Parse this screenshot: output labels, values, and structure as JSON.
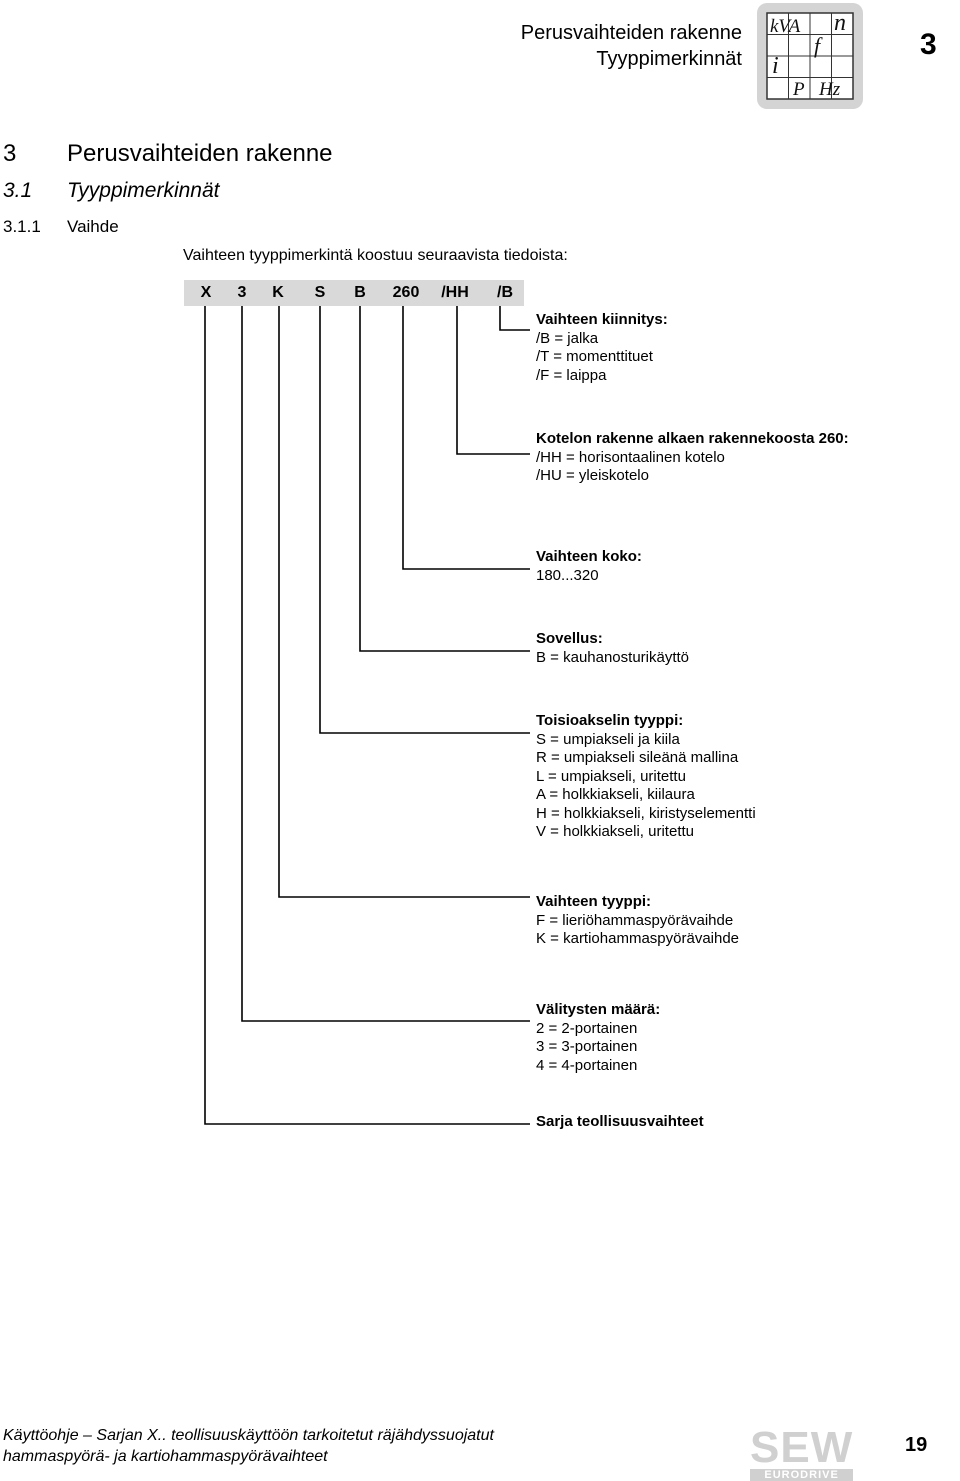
{
  "header": {
    "title": "Perusvaihteiden rakenne",
    "subtitle": "Tyyppimerkinnät",
    "chapter": "3",
    "logo": {
      "cells": [
        "kVA",
        "n",
        "f",
        "i",
        "P",
        "Hz"
      ]
    }
  },
  "heading1": {
    "num": "3",
    "text": "Perusvaihteiden rakenne"
  },
  "heading2": {
    "num": "3.1",
    "text": "Tyyppimerkinnät"
  },
  "heading3": {
    "num": "3.1.1",
    "text": "Vaihde"
  },
  "intro": "Vaihteen tyyppimerkintä koostuu seuraavista tiedoista:",
  "code": [
    "X",
    "3",
    "K",
    "S",
    "B",
    "260",
    "/HH",
    "/B"
  ],
  "blocks": [
    {
      "title": "Vaihteen kiinnitys:",
      "lines": [
        "/B = jalka",
        "/T = momenttituet",
        "/F = laippa"
      ]
    },
    {
      "title": "Kotelon rakenne alkaen rakennekoosta 260:",
      "lines": [
        "/HH = horisontaalinen kotelo",
        "/HU = yleiskotelo"
      ]
    },
    {
      "title": "Vaihteen koko:",
      "lines": [
        "180...320"
      ]
    },
    {
      "title": "Sovellus:",
      "lines": [
        "B = kauhanosturikäyttö"
      ]
    },
    {
      "title": "Toisioakselin tyyppi:",
      "lines": [
        "S = umpiakseli ja kiila",
        "R = umpiakseli sileänä mallina",
        "L = umpiakseli, uritettu",
        "A = holkkiakseli, kiilaura",
        "H = holkkiakseli, kiristyselementti",
        "V = holkkiakseli, uritettu"
      ]
    },
    {
      "title": "Vaihteen tyyppi:",
      "lines": [
        "F = lieriöhammaspyörävaihde",
        "K = kartiohammaspyörävaihde"
      ]
    },
    {
      "title": "Välitysten määrä:",
      "lines": [
        "2 = 2-portainen",
        "3 = 3-portainen",
        "4 = 4-portainen"
      ]
    },
    {
      "title": "Sarja teollisuusvaihteet",
      "lines": []
    }
  ],
  "footer": {
    "line1": "Käyttöohje – Sarjan X.. teollisuuskäyttöön tarkoitetut räjähdyssuojatut",
    "line2": "hammaspyörä- ja kartiohammaspyörävaihteet",
    "logo_big": "SEW",
    "logo_small": "EURODRIVE",
    "page": "19"
  }
}
